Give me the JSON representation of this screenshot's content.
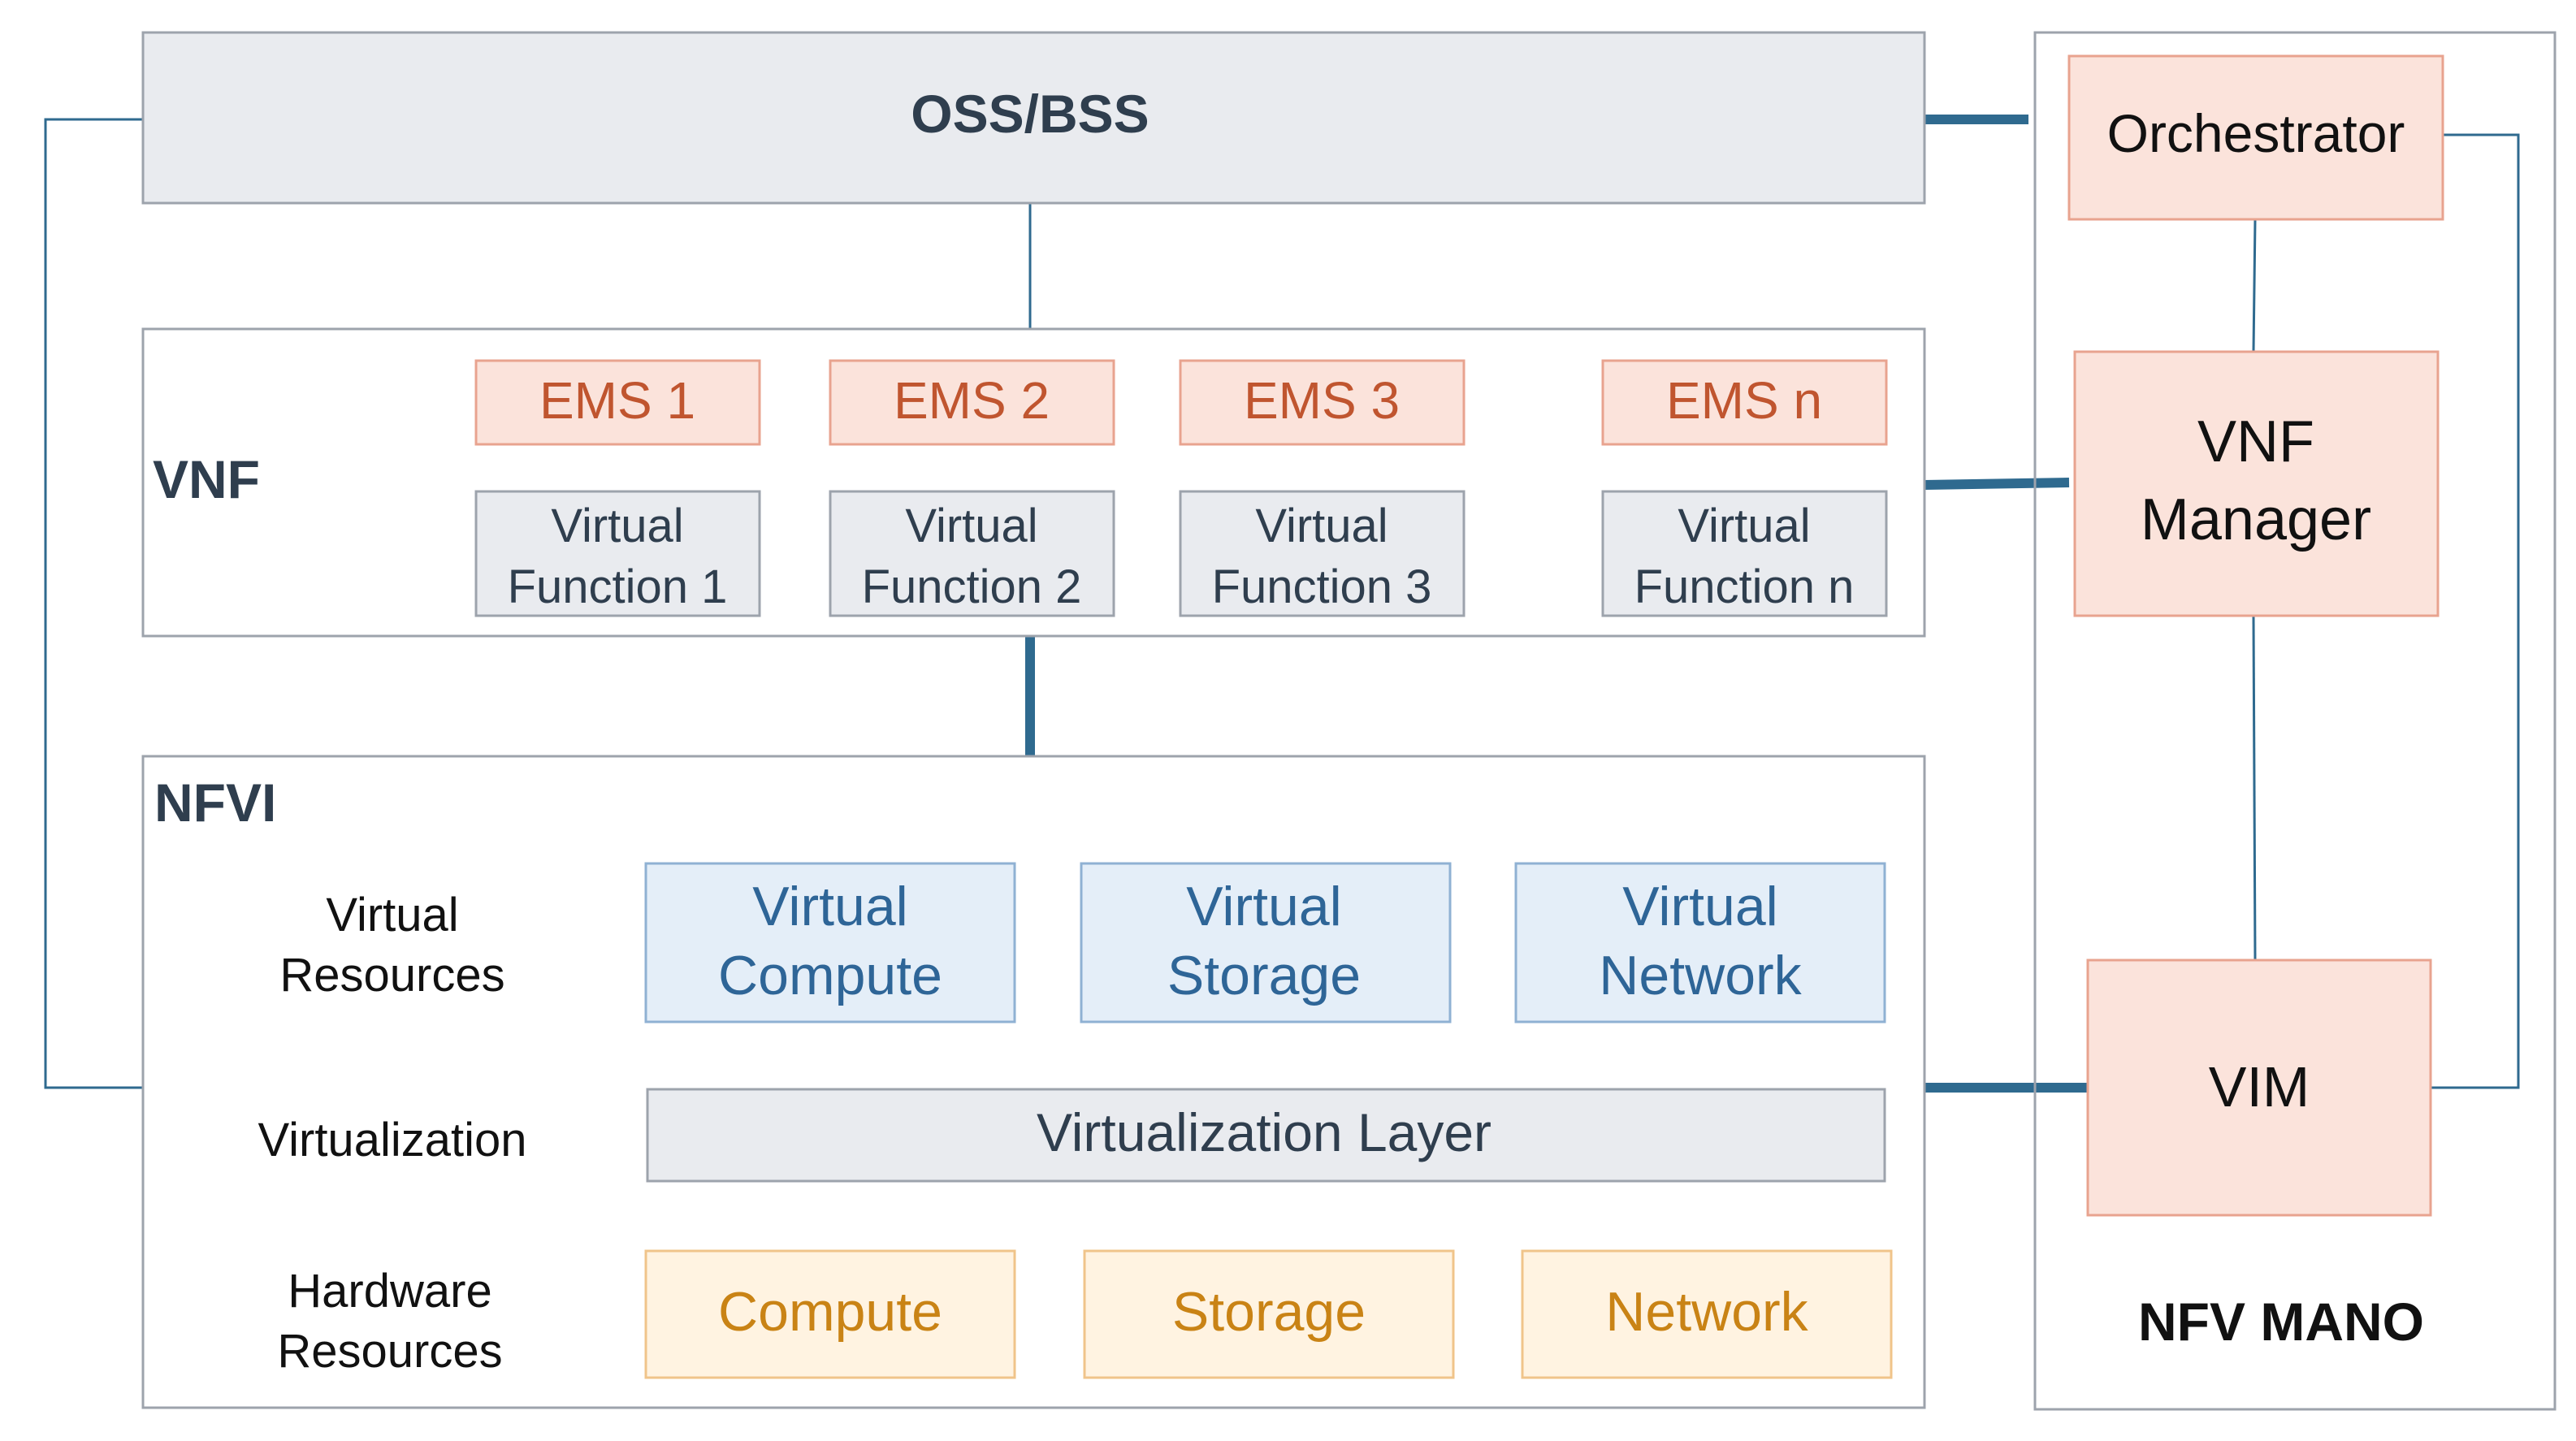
{
  "oss_bss": {
    "label": "OSS/BSS"
  },
  "vnf": {
    "label": "VNF",
    "ems": [
      "EMS 1",
      "EMS 2",
      "EMS 3",
      "EMS n"
    ],
    "functions": [
      [
        "Virtual",
        "Function 1"
      ],
      [
        "Virtual",
        "Function 2"
      ],
      [
        "Virtual",
        "Function 3"
      ],
      [
        "Virtual",
        "Function n"
      ]
    ]
  },
  "nfvi": {
    "label": "NFVI",
    "row_labels": {
      "virtual_resources": [
        "Virtual",
        "Resources"
      ],
      "virtualization": "Virtualization",
      "hardware_resources": [
        "Hardware",
        "Resources"
      ]
    },
    "virtual_boxes": [
      [
        "Virtual",
        "Compute"
      ],
      [
        "Virtual",
        "Storage"
      ],
      [
        "Virtual",
        "Network"
      ]
    ],
    "virtualization_layer": "Virtualization Layer",
    "hardware_boxes": [
      "Compute",
      "Storage",
      "Network"
    ]
  },
  "mano": {
    "label": "NFV MANO",
    "orchestrator": "Orchestrator",
    "vnf_manager": [
      "VNF",
      "Manager"
    ],
    "vim": "VIM"
  },
  "colors": {
    "gray_fill": "#E9EBEF",
    "gray_stroke": "#9DA3AC",
    "salmon_fill": "#FBE3DB",
    "salmon_stroke": "#E8A38F",
    "salmon_text": "#C0552F",
    "blue_fill": "#E4EEF8",
    "blue_stroke": "#8FB1D3",
    "blue_text": "#2E6597",
    "orange_fill": "#FFF3E1",
    "orange_stroke": "#F0C48A",
    "orange_text": "#C98315",
    "line": "#2F6A8F",
    "dark_text": "#2F3E4E"
  }
}
